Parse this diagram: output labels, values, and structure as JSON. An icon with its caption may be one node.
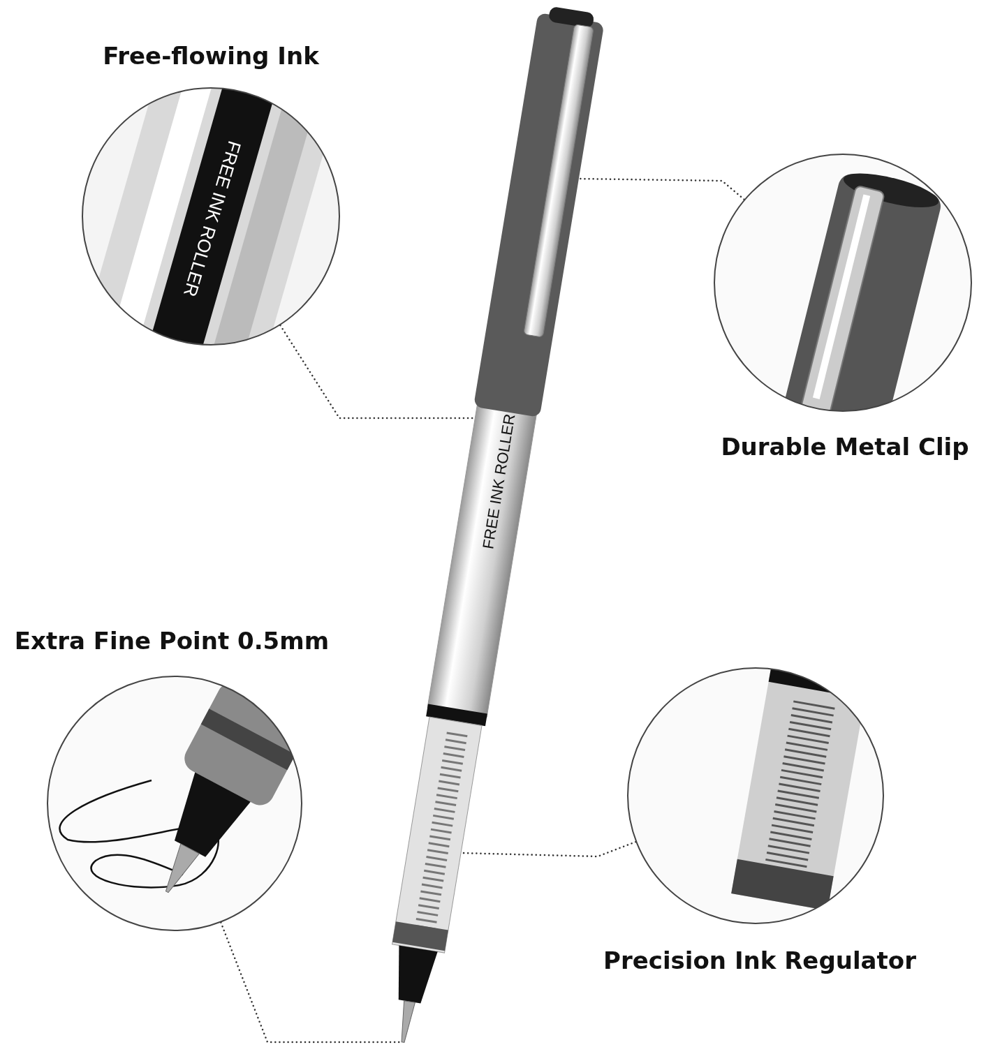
{
  "diagram": {
    "nodes": [
      {
        "text": [
          "Free-flowing Ink"
        ]
      },
      {
        "text": [
          "Durable Metal Clip"
        ]
      },
      {
        "text": [],
        "shape": "picture"
      },
      {
        "text": [
          "Extra Fine Point 0.5mm"
        ]
      },
      {
        "text": [
          "Precision Ink Regulator"
        ]
      }
    ],
    "edges": [
      {
        "from": 0,
        "to": 2,
        "arrow": "none",
        "style": "dashed"
      },
      {
        "from": 1,
        "to": 2,
        "arrow": "none",
        "style": "dashed"
      },
      {
        "from": 3,
        "to": 2,
        "arrow": "none",
        "style": "dashed"
      },
      {
        "from": 4,
        "to": 2,
        "arrow": "none",
        "style": "dashed"
      }
    ],
    "labels": [
      "FREE INK ROLLER",
      "FREE INK ROLLER"
    ]
  }
}
